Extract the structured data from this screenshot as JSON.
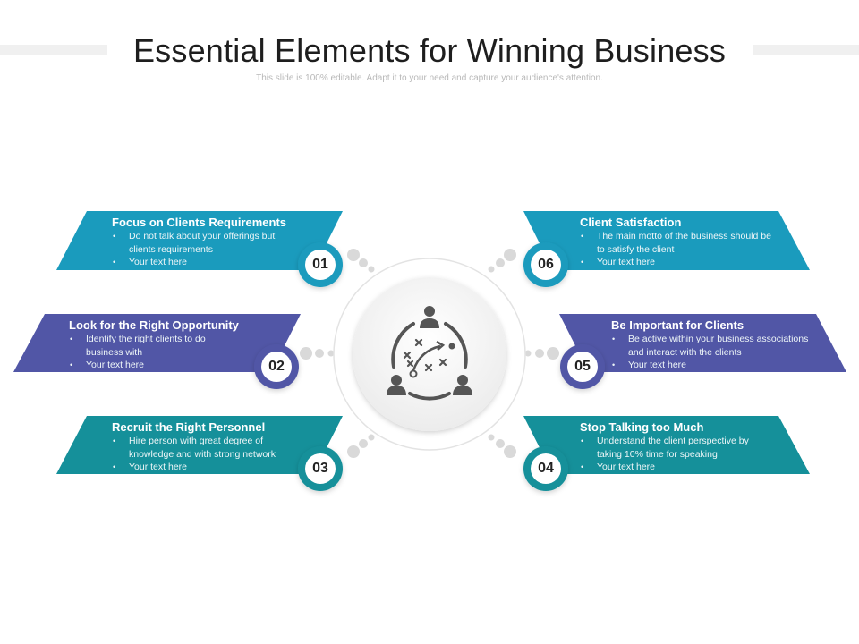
{
  "title": "Essential Elements for Winning Business",
  "subtitle": "This slide is 100% editable. Adapt it to your need and capture your audience's attention.",
  "center_icon": "strategy-team-icon",
  "colors": {
    "teal": "#1a9bbd",
    "indigo": "#5156a6",
    "dark_teal": "#15909a",
    "dots": "#d9d9d9",
    "icon": "#555555"
  },
  "items": [
    {
      "number": "01",
      "title": "Focus on Clients Requirements",
      "bullets": [
        "Do not talk about your offerings but clients requirements",
        "Your text here"
      ]
    },
    {
      "number": "02",
      "title": "Look for the Right Opportunity",
      "bullets": [
        "Identify the right clients to do business with",
        "Your text here"
      ]
    },
    {
      "number": "03",
      "title": "Recruit the Right Personnel",
      "bullets": [
        "Hire person with great degree of knowledge and with strong network",
        "Your text here"
      ]
    },
    {
      "number": "04",
      "title": "Stop Talking too Much",
      "bullets": [
        "Understand the client perspective by taking 10% time for speaking",
        "Your text here"
      ]
    },
    {
      "number": "05",
      "title": "Be Important for Clients",
      "bullets": [
        "Be active within your business associations and interact with the clients",
        "Your text here"
      ]
    },
    {
      "number": "06",
      "title": "Client Satisfaction",
      "bullets": [
        "The main motto of the business should be to satisfy the client",
        "Your text here"
      ]
    }
  ]
}
